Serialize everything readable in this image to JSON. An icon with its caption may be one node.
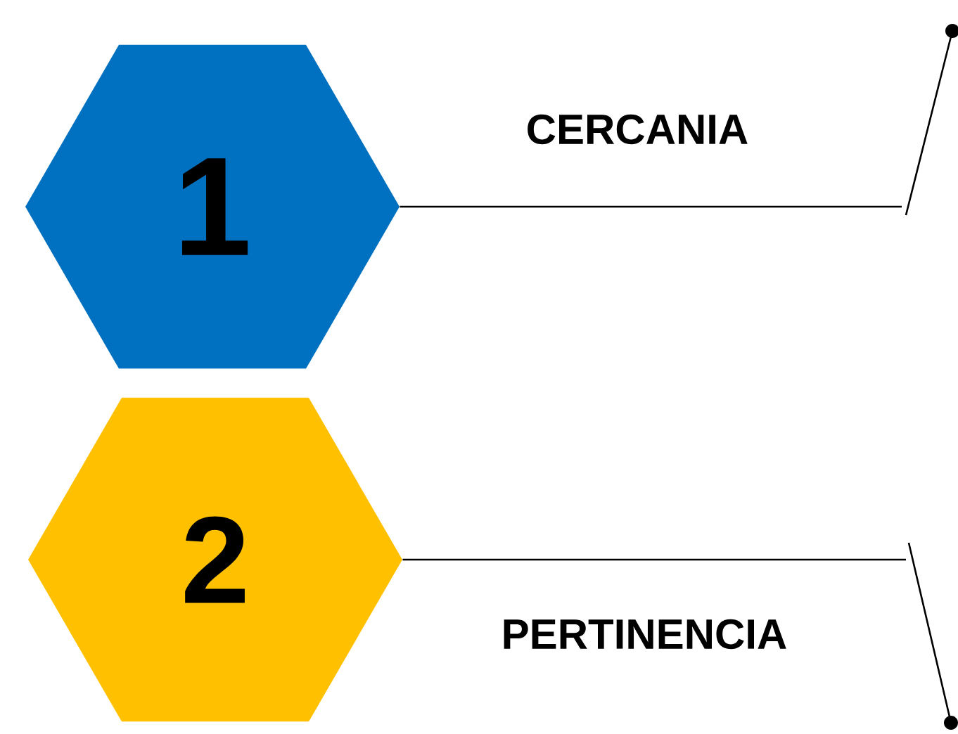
{
  "diagram": {
    "nodes": [
      {
        "text": [
          "1"
        ],
        "beside": [
          "CERCANIA"
        ]
      },
      {
        "text": [
          "2"
        ],
        "beside": [
          "PERTINENCIA"
        ]
      },
      {
        "text": [],
        "shape": "circle"
      },
      {
        "text": [],
        "shape": "circle"
      }
    ],
    "edges": [
      {
        "from": 0,
        "to": 2,
        "arrow": "none"
      },
      {
        "from": 1,
        "to": 3,
        "arrow": "none"
      }
    ]
  }
}
